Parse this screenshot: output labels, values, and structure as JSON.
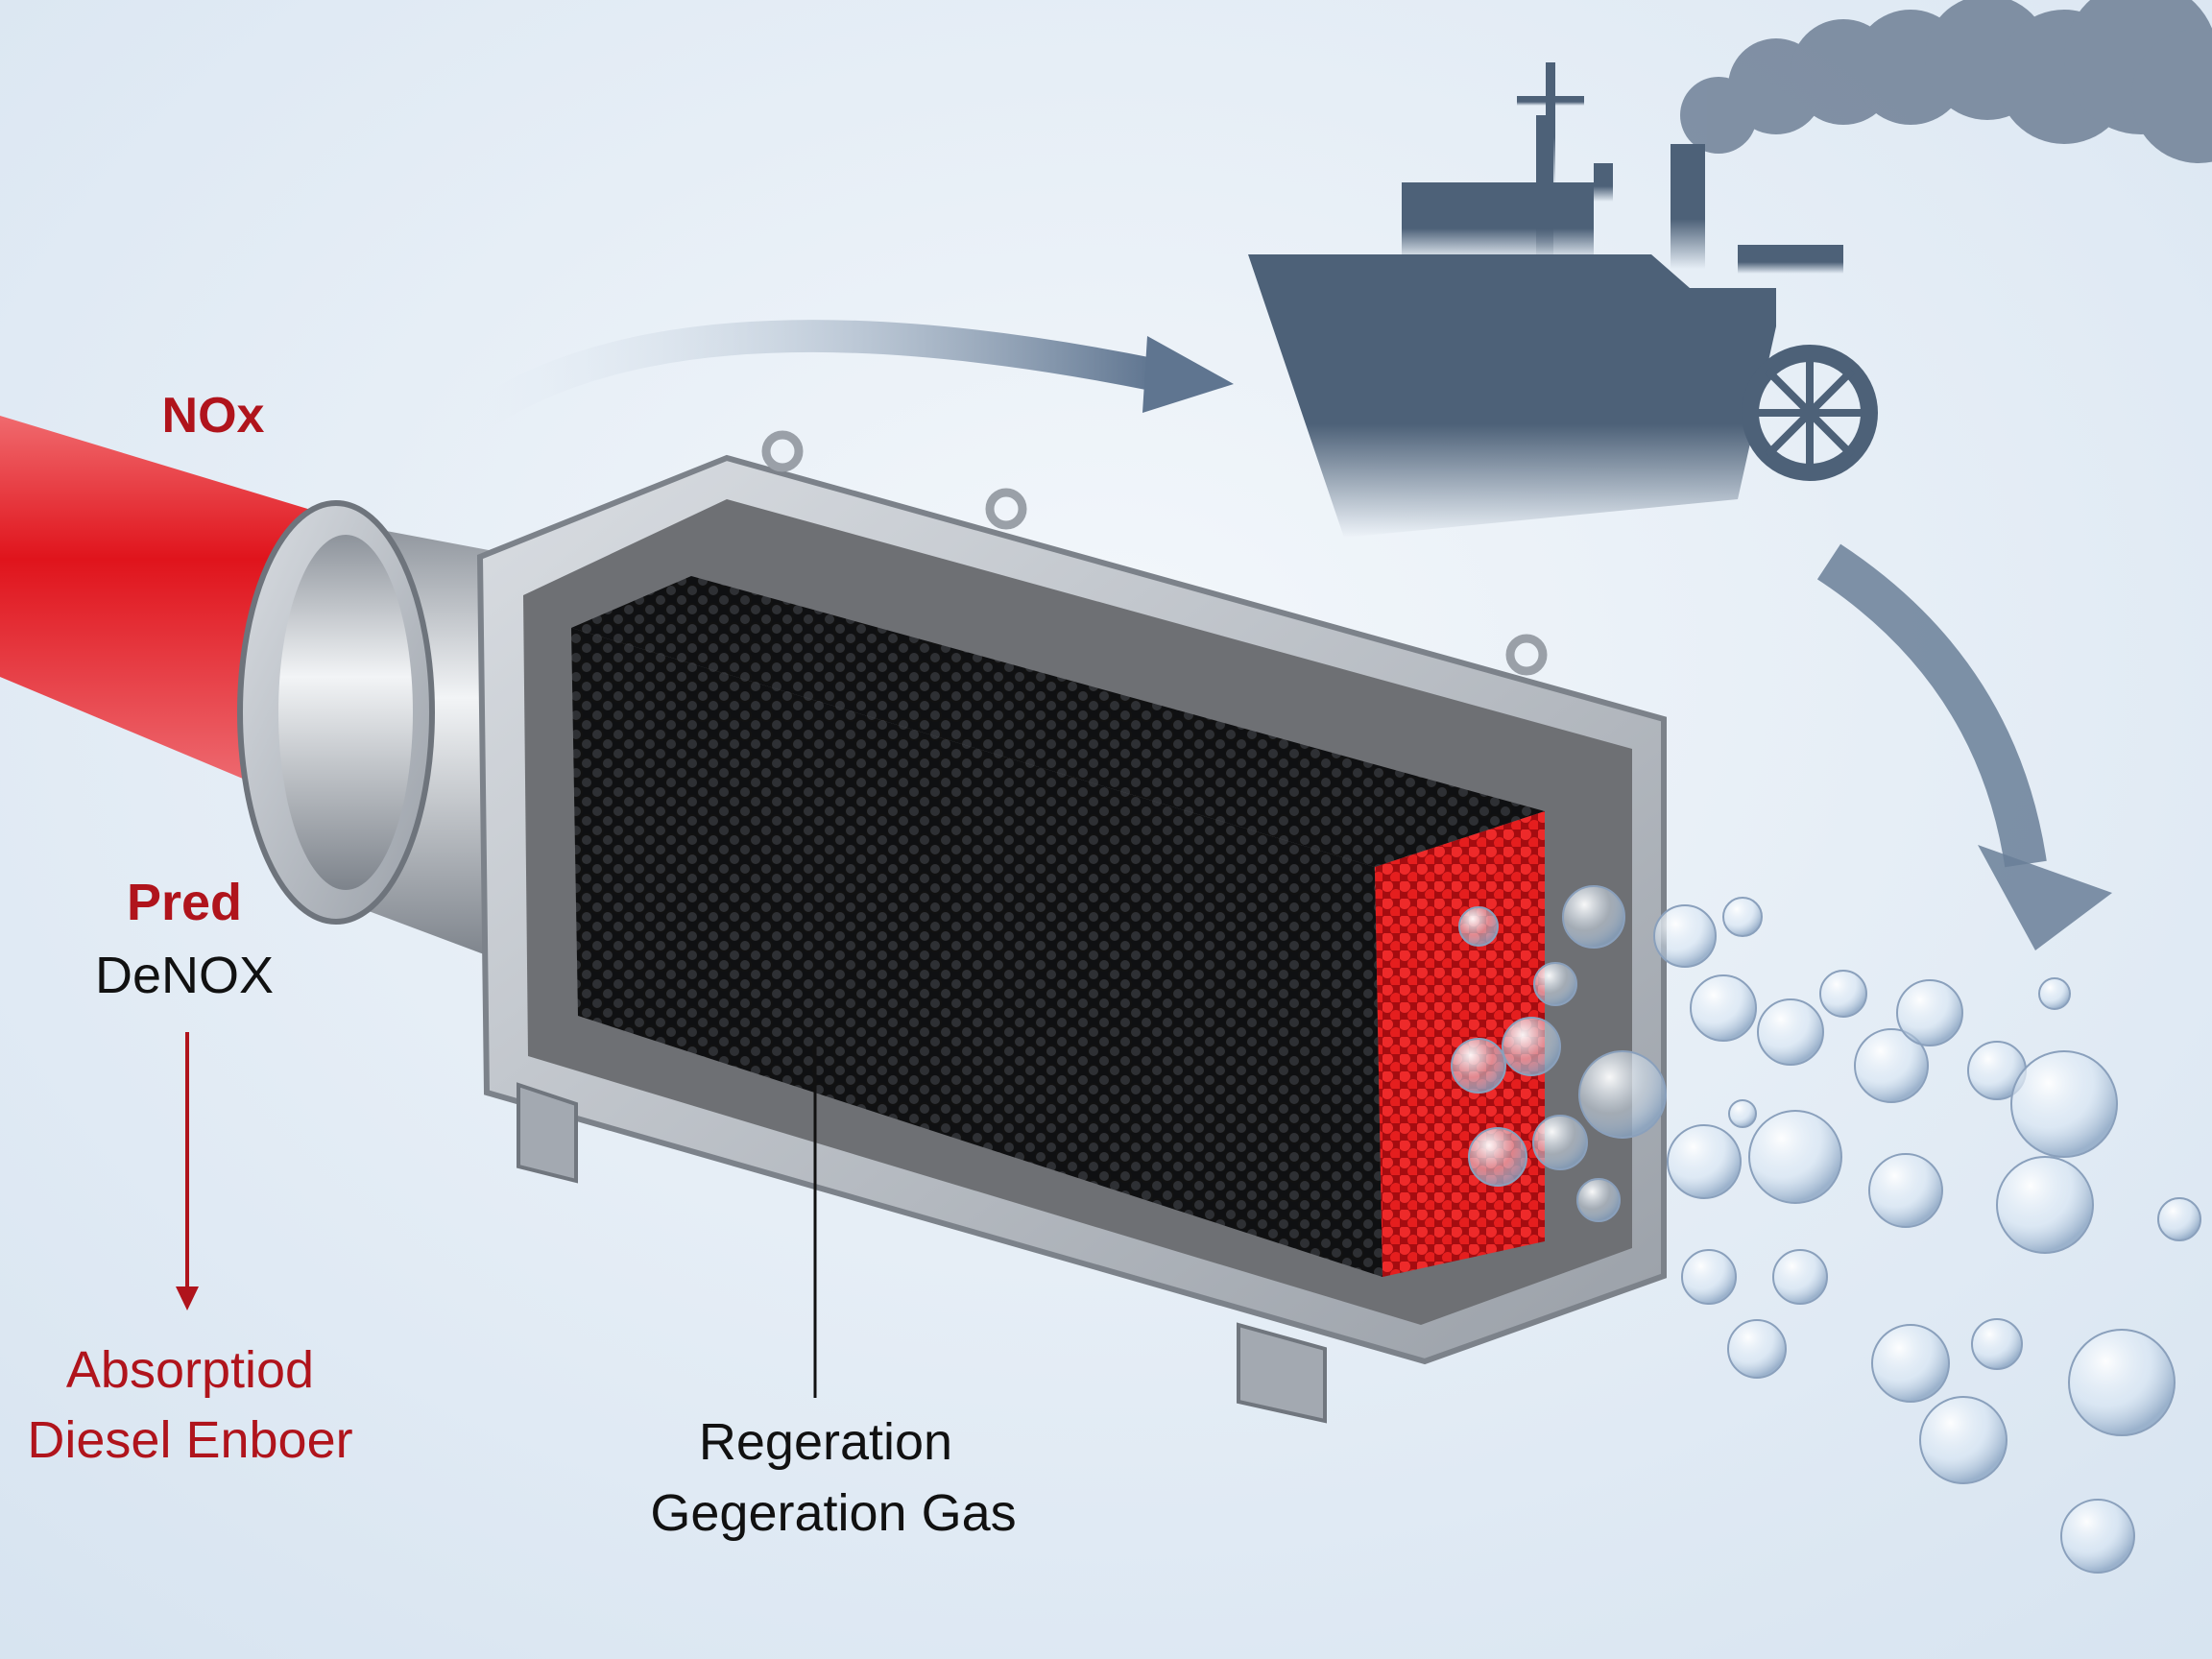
{
  "labels": {
    "nox": "NOx",
    "pred": "Pred",
    "denox": "DeNOX",
    "absorption": "Absorptiod",
    "diesel_engine": "Diesel Enboer",
    "regeneration": "Regeration",
    "regeneration_gas": "Gegeration Gas"
  },
  "colors": {
    "background": "#e3ecf5",
    "pipe_red": "#e8323a",
    "label_red": "#b0141c",
    "label_black": "#111111",
    "ship": "#4d6178",
    "steel": "#b9bec5",
    "honeycomb": "#1c1d20",
    "pellets": "#e01a1a"
  },
  "icons": [
    "ship-icon",
    "smoke-cloud-icon",
    "curved-arrow-icon",
    "bubble-icon",
    "honeycomb-catalyst"
  ]
}
